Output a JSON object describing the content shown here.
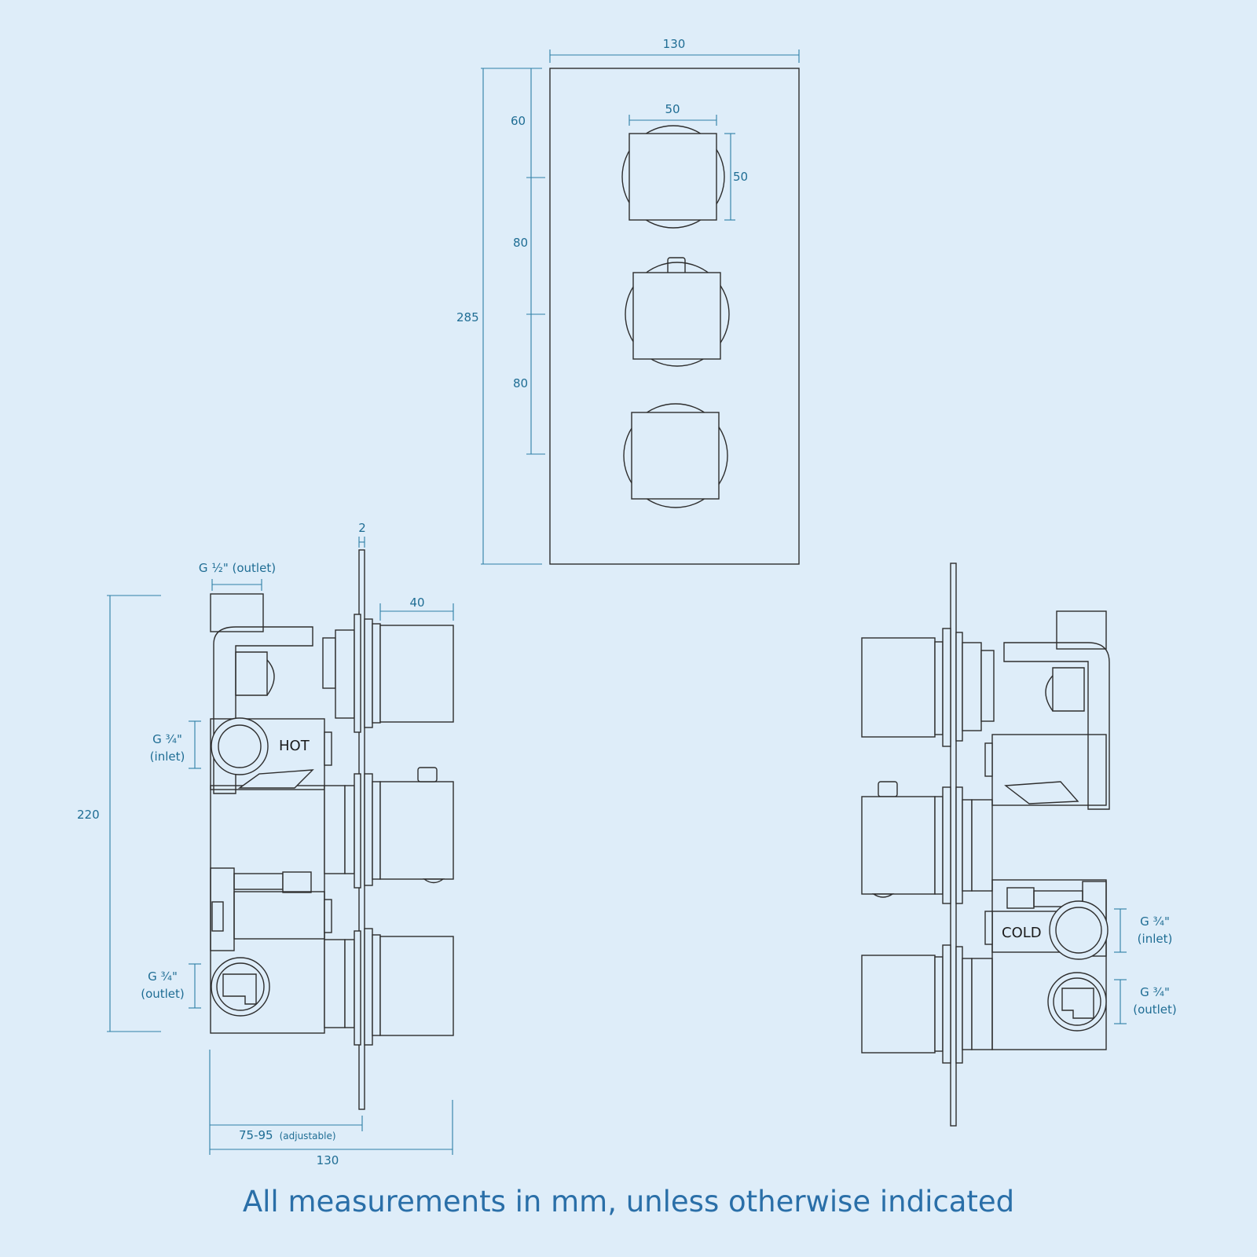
{
  "front_view": {
    "width": "130",
    "height": "285",
    "top_offset": "60",
    "spacing_1": "80",
    "spacing_2": "80",
    "handle_width": "50",
    "handle_height": "50"
  },
  "left_side_view": {
    "plate_thickness": "2",
    "outlet_top": "G ½\" (outlet)",
    "knob_depth": "40",
    "inlet_line1": "G ¾\"",
    "inlet_line2": "(inlet)",
    "hot_label": "HOT",
    "body_height": "220",
    "outlet_line1": "G ¾\"",
    "outlet_line2": "(outlet)",
    "adjust_main": "75-95",
    "adjust_note": "(adjustable)",
    "overall_depth": "130"
  },
  "right_side_view": {
    "cold_label": "COLD",
    "inlet_line1": "G ¾\"",
    "inlet_line2": "(inlet)",
    "outlet_line1": "G ¾\"",
    "outlet_line2": "(outlet)"
  },
  "footer_note": "All measurements in mm, unless otherwise indicated"
}
